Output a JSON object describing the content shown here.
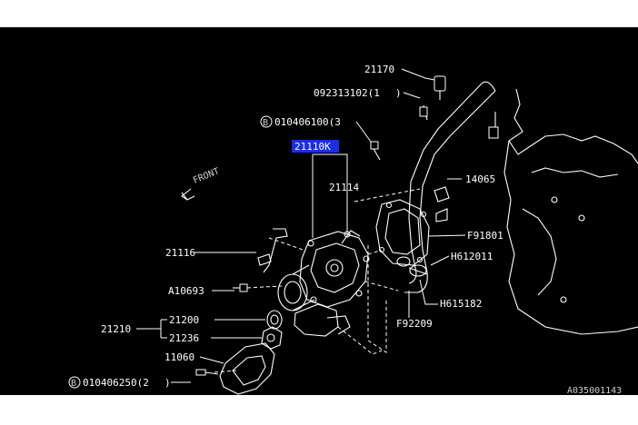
{
  "parts": {
    "p21170": "21170",
    "p092313102": "092313102(1",
    "p010406100": "010406100(3",
    "p21110K": "21110K",
    "p21114": "21114",
    "p14065": "14065",
    "p21116": "21116",
    "pF91801": "F91801",
    "pH612011": "H612011",
    "pA10693": "A10693",
    "pH615182": "H615182",
    "p21200": "21200",
    "p21210": "21210",
    "p21236": "21236",
    "pF92209": "F92209",
    "p11060": "11060",
    "p010406250": "010406250(2"
  },
  "symbols": {
    "circled_b": "B",
    "front": "FRONT"
  },
  "footer_code": "A035001143",
  "colors": {
    "background": "#000000",
    "lines": "#ffffff",
    "highlight": "#1a2ee6"
  }
}
